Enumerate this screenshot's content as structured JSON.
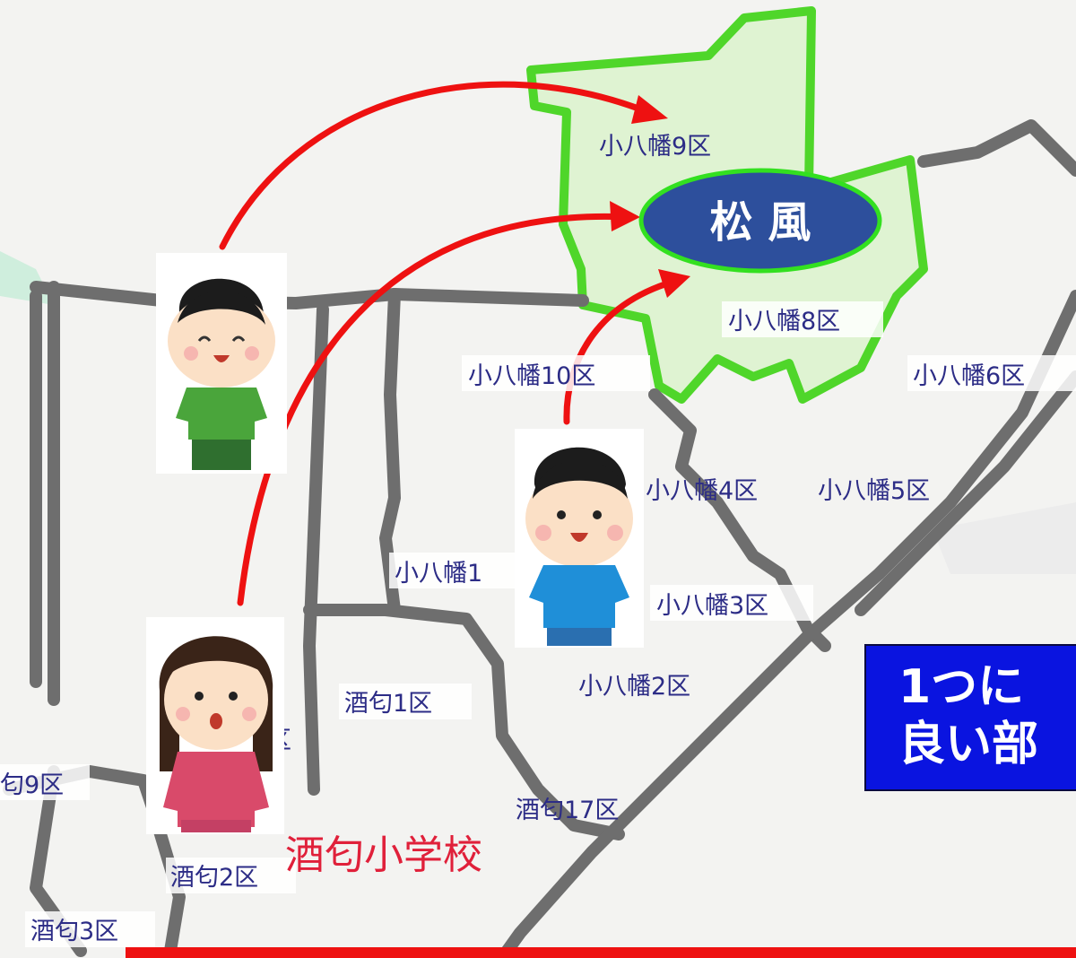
{
  "map": {
    "highlight_color": "#4fd62a",
    "highlight_fill": "#dff3d2",
    "boundary_color": "#6e6e6e",
    "arrow_color": "#ee1111",
    "labels": {
      "kohachiman_9": "小八幡9区",
      "kohachiman_8": "小八幡8区",
      "kohachiman_10": "小八幡10区",
      "kohachiman_6": "小八幡6区",
      "kohachiman_4": "小八幡4区",
      "kohachiman_5": "小八幡5区",
      "kohachiman_1": "小八幡1",
      "kohachiman_3": "小八幡3区",
      "kohachiman_2": "小八幡2区",
      "sakawa_1": "酒匂1区",
      "sakawa_17": "酒匂17区",
      "sakawa_9": "匂9区",
      "sakawa_2": "酒匂2区",
      "sakawa_3": "酒匂3区",
      "partial_ku": "区"
    },
    "school_label": "酒匂小学校"
  },
  "destination": {
    "label": "松 風",
    "fill": "#2d4f9c",
    "ring": "#33e020"
  },
  "callout": {
    "line1": "1つに",
    "line2": "良い部",
    "background": "#0a14e0"
  },
  "children": [
    {
      "name": "smiling-child",
      "shirt": "#4aa53b",
      "pants": "#2f6f2f"
    },
    {
      "name": "boy-blue-shirt",
      "shirt": "#1f8fd8",
      "pants": "#2a6fb0"
    },
    {
      "name": "surprised-girl",
      "shirt": "#d94a6a",
      "pants": "#c44064"
    }
  ]
}
